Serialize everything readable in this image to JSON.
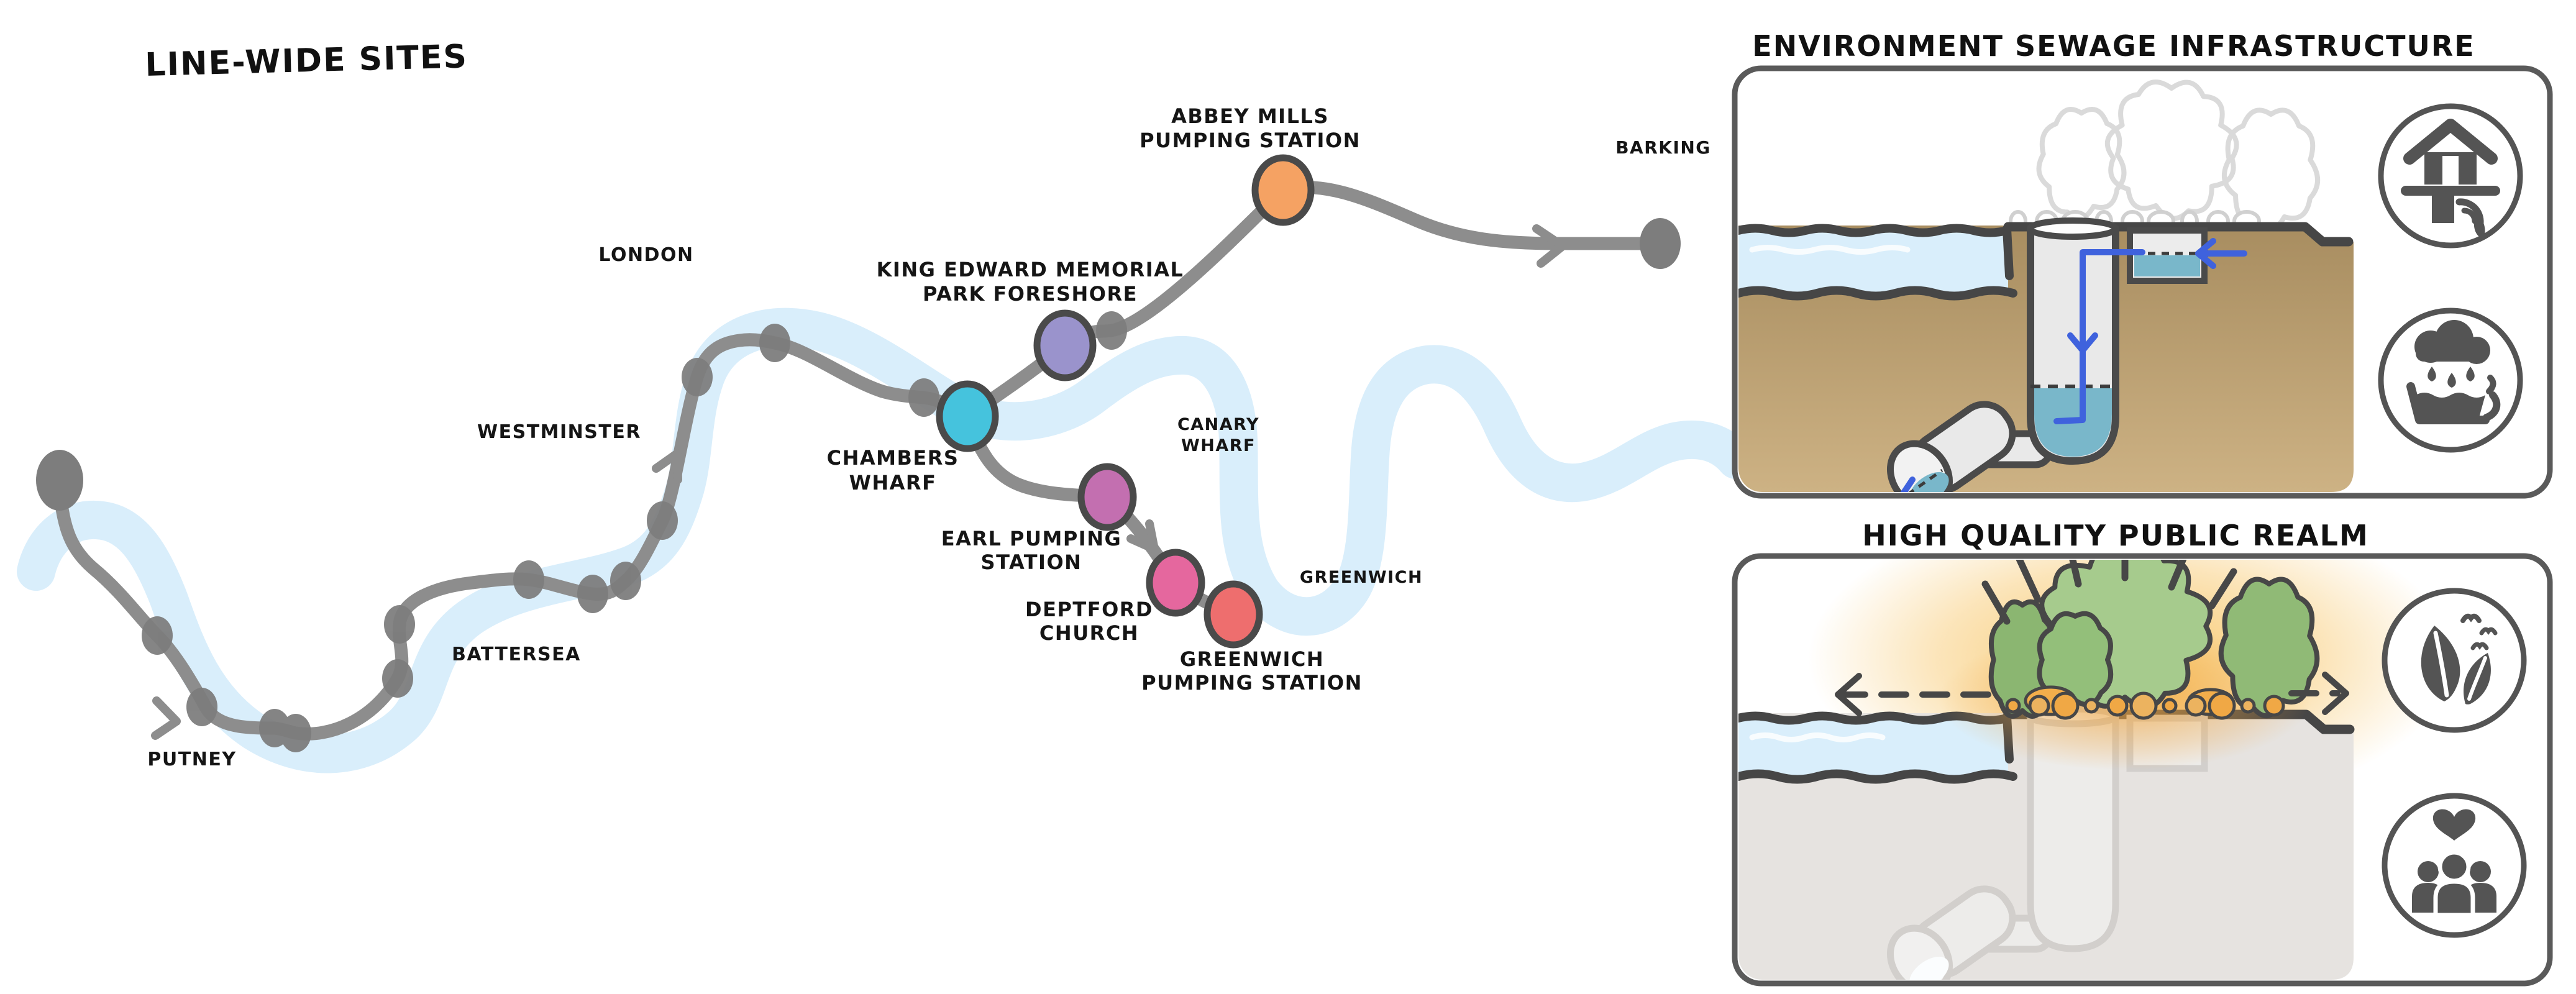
{
  "map": {
    "title": "LINE-WIDE SITES",
    "places": {
      "putney": "PUTNEY",
      "battersea": "BATTERSEA",
      "westminster": "WESTMINSTER",
      "london": "LONDON",
      "canary_wharf_line1": "CANARY",
      "canary_wharf_line2": "WHARF",
      "greenwich": "GREENWICH",
      "barking": "BARKING"
    },
    "stations": {
      "chambers_wharf": {
        "line1": "CHAMBERS",
        "line2": "WHARF",
        "color": "#45c3dd"
      },
      "king_edward": {
        "line1": "KING EDWARD MEMORIAL",
        "line2": "PARK FORESHORE",
        "color": "#9a93cc"
      },
      "abbey_mills": {
        "line1": "ABBEY MILLS",
        "line2": "PUMPING STATION",
        "color": "#f5a263"
      },
      "earl_pumping": {
        "line1": "EARL PUMPING",
        "line2": "STATION",
        "color": "#c36fb0"
      },
      "deptford_church": {
        "line1": "DEPTFORD",
        "line2": "CHURCH",
        "color": "#e5679e"
      },
      "greenwich_pumping": {
        "line1": "GREENWICH",
        "line2": "PUMPING STATION",
        "color": "#ee6e6e"
      }
    },
    "colors": {
      "river": "#d9eefb",
      "route": "#8d8d8d",
      "dot": "#7d7d7d",
      "outline": "#4a4a4a"
    }
  },
  "panels": {
    "sewage": {
      "title": "ENVIRONMENT SEWAGE INFRASTRUCTURE",
      "icons": [
        "house-sewage-discharge-icon",
        "storm-overflow-icon"
      ],
      "colors": {
        "ground_top": "#a88d60",
        "ground_bottom": "#cdb284",
        "water": "#79b7ca",
        "flow_arrow": "#3f62dd"
      }
    },
    "public_realm": {
      "title": "HIGH QUALITY PUBLIC REALM",
      "icons": [
        "nature-leaf-birds-icon",
        "community-heart-icon"
      ],
      "colors": {
        "ground": "#e6e3e0",
        "tree_green": "#a6cb8d",
        "glow": "#f7c566",
        "bush_orange": "#f0a845"
      }
    }
  }
}
